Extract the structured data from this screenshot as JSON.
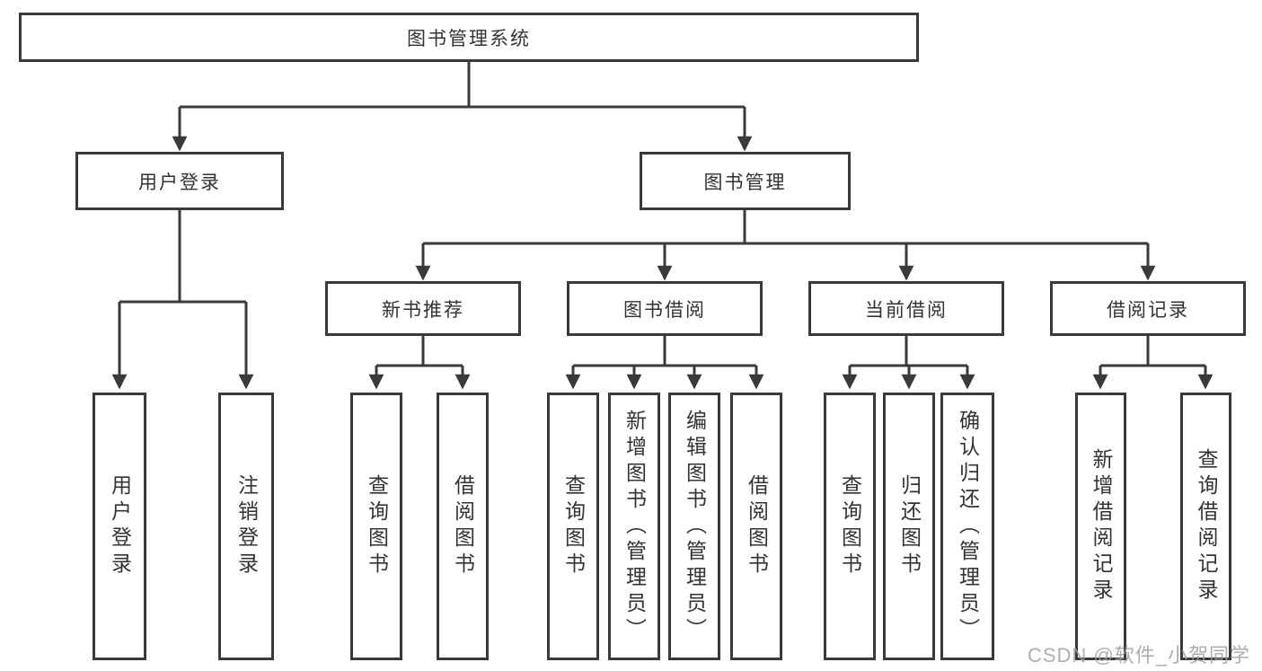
{
  "diagram": {
    "root": {
      "label": "图书管理系统"
    },
    "branches": [
      {
        "label": "用户登录",
        "children": [
          {
            "label": "用户登录"
          },
          {
            "label": "注销登录"
          }
        ]
      },
      {
        "label": "图书管理",
        "children": [
          {
            "label": "新书推荐",
            "children": [
              {
                "label": "查询图书"
              },
              {
                "label": "借阅图书"
              }
            ]
          },
          {
            "label": "图书借阅",
            "children": [
              {
                "label": "查询图书"
              },
              {
                "label": "新增图书（管理员）"
              },
              {
                "label": "编辑图书（管理员）"
              },
              {
                "label": "借阅图书"
              }
            ]
          },
          {
            "label": "当前借阅",
            "children": [
              {
                "label": "查询图书"
              },
              {
                "label": "归还图书"
              },
              {
                "label": "确认归还（管理员）"
              }
            ]
          },
          {
            "label": "借阅记录",
            "children": [
              {
                "label": "新增借阅记录"
              },
              {
                "label": "查询借阅记录"
              }
            ]
          }
        ]
      }
    ]
  },
  "watermark": {
    "text": "CSDN @软件_小贺同学"
  },
  "colors": {
    "line": "#3a3a3a",
    "box_border": "#3a3a3a",
    "text": "#333333",
    "watermark": "#a0a0a0",
    "background": "#ffffff"
  }
}
